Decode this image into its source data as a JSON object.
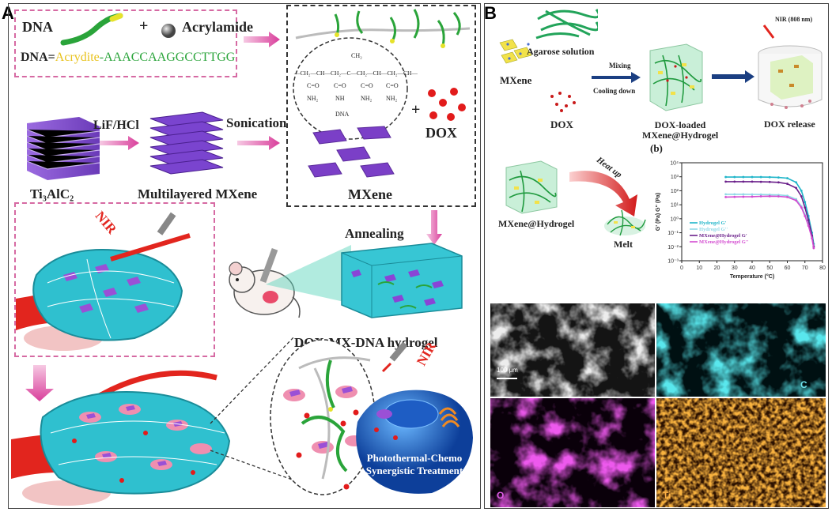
{
  "panel_a": {
    "letter": "A",
    "dna_label": "DNA",
    "plus1": "+",
    "acrylamide_label": "Acrylamide",
    "seq_prefix": "DNA=",
    "seq_acrydite": "Acrydite",
    "seq_dash": "-",
    "seq_bases": "AAACCAAGGCCTTGG",
    "lif_hcl": "LiF/HCl",
    "sonication": "Sonication",
    "ti3alc2": "Ti₃AlC₂",
    "multilayered": "Multilayered MXene",
    "mxene": "MXene",
    "plus2": "+",
    "dox": "DOX",
    "annealing": "Annealing",
    "hydrogel": "DOX-MX-DNA hydrogel",
    "nir_1": "NIR",
    "nir_2": "NIR",
    "treatment_1": "Photothermal-Chemo",
    "treatment_2": "Synergistic Treatment",
    "chem": {
      "ch2_top": "CH₂",
      "chain": "—CH₂—CH—CH₂—C—CH₂—CH—CH₂—CH—",
      "co1": "C=O",
      "co2": "C=O",
      "co3": "C=O",
      "co4": "C=O",
      "nh2_1": "NH₂",
      "nh": "NH",
      "nh2_3": "NH₂",
      "nh2_4": "NH₂",
      "dna": "DNA"
    }
  },
  "panel_b": {
    "letter": "B",
    "agarose": "Agarose solution",
    "mxene": "MXene",
    "dox": "DOX",
    "mixing": "Mixing",
    "cooling": "Cooling down",
    "loaded_1": "DOX-loaded",
    "loaded_2": "MXene@Hydrogel",
    "nir": "NIR (808 nm)",
    "release": "DOX release",
    "sub_b": "(b)",
    "mx_hydrogel": "MXene@Hydrogel",
    "heat_up": "Heat up",
    "melt": "Melt",
    "scale_bar": "100 μm",
    "map_c": "C",
    "map_o": "O",
    "map_ti": "Ti"
  },
  "chart_data": {
    "type": "line",
    "title": "",
    "xlabel": "Temperature (°C)",
    "ylabel": "G' (Pa)   G'' (Pa)",
    "xlim": [
      0,
      80
    ],
    "ylim_log10": [
      -3,
      4
    ],
    "xticks": [
      "0",
      "10",
      "20",
      "30",
      "40",
      "50",
      "60",
      "70",
      "80"
    ],
    "yticks": [
      "10⁻³",
      "10⁻²",
      "10⁻¹",
      "10⁰",
      "10¹",
      "10²",
      "10³",
      "10⁴"
    ],
    "x": [
      25,
      30,
      35,
      40,
      45,
      50,
      55,
      60,
      65,
      68,
      70,
      72,
      74,
      75
    ],
    "series": [
      {
        "name": "Hydrogel G'",
        "color": "#1fb5c9",
        "log10_values": [
          2.98,
          2.98,
          2.98,
          2.98,
          2.98,
          2.97,
          2.95,
          2.9,
          2.6,
          2.0,
          1.2,
          0.2,
          -1.0,
          -1.8
        ]
      },
      {
        "name": "Hydrogel G''",
        "color": "#8fd8e6",
        "log10_values": [
          1.75,
          1.75,
          1.75,
          1.74,
          1.73,
          1.72,
          1.7,
          1.65,
          1.4,
          0.9,
          0.3,
          -0.4,
          -1.3,
          -1.9
        ]
      },
      {
        "name": "MXene@Hydrogel G'",
        "color": "#6a1f8a",
        "log10_values": [
          2.65,
          2.65,
          2.65,
          2.65,
          2.64,
          2.63,
          2.6,
          2.5,
          2.2,
          1.6,
          0.8,
          -0.1,
          -1.2,
          -2.0
        ]
      },
      {
        "name": "MXene@Hydrogel G''",
        "color": "#d34bd0",
        "log10_values": [
          1.55,
          1.56,
          1.57,
          1.58,
          1.6,
          1.61,
          1.6,
          1.55,
          1.3,
          0.8,
          0.2,
          -0.5,
          -1.4,
          -2.1
        ]
      }
    ],
    "legend_position": "bottom-left"
  }
}
